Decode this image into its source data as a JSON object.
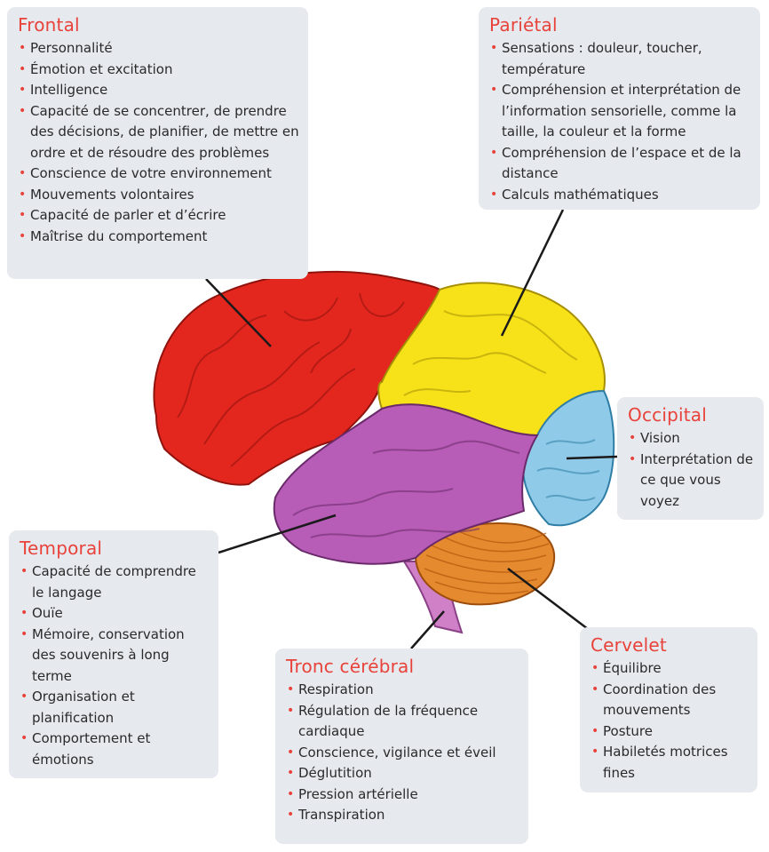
{
  "colors": {
    "title": "#e8423a",
    "box_bg": "#e6e9ee",
    "frontal": "#e4271e",
    "parietal": "#f7e21a",
    "occipital": "#8fcbe8",
    "temporal": "#b75cb7",
    "cerebellum": "#e58a2e",
    "brainstem": "#cf80c6"
  },
  "regions": {
    "frontal": {
      "title": "Frontal",
      "items": [
        "Personnalité",
        "Émotion et excitation",
        "Intelligence",
        "Capacité de se concentrer, de prendre des décisions, de planifier, de mettre en ordre et de résoudre des problèmes",
        "Conscience de votre environnement",
        "Mouvements volontaires",
        "Capacité de parler et d’écrire",
        "Maîtrise du comportement"
      ]
    },
    "parietal": {
      "title": "Pariétal",
      "items": [
        "Sensations : douleur, toucher, température",
        "Compréhension et interprétation de l’information sensorielle, comme la taille, la couleur et la forme",
        "Compréhension de l’espace et de la distance",
        "Calculs mathématiques"
      ]
    },
    "occipital": {
      "title": "Occipital",
      "items": [
        "Vision",
        "Interprétation de ce que vous voyez"
      ]
    },
    "temporal": {
      "title": "Temporal",
      "items": [
        "Capacité de comprendre le langage",
        "Ouïe",
        "Mémoire, conservation des souvenirs à long terme",
        "Organisation et planification",
        "Comportement et émotions"
      ]
    },
    "tronc": {
      "title": "Tronc cérébral",
      "items": [
        "Respiration",
        "Régulation de la fréquence cardiaque",
        "Conscience, vigilance et éveil",
        "Déglutition",
        "Pression artérielle",
        "Transpiration"
      ]
    },
    "cervelet": {
      "title": "Cervelet",
      "items": [
        "Équilibre",
        "Coordination des mouvements",
        "Posture",
        "Habiletés motrices fines"
      ]
    }
  }
}
